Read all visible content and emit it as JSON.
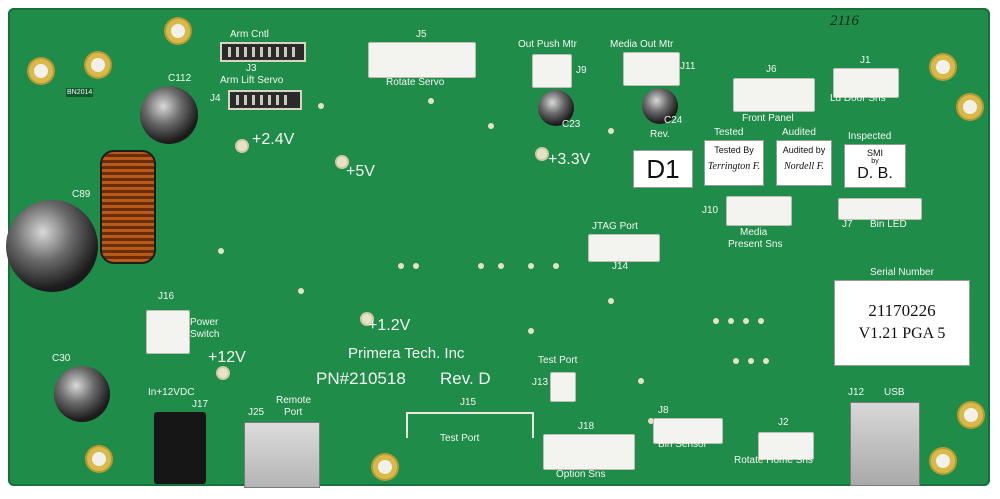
{
  "silkscreen": {
    "j3_label": "Arm Cntl",
    "j3_ref": "J3",
    "j4_label": "Arm Lift Servo",
    "j4_ref": "J4",
    "c112": "C112",
    "bn": "BN2014",
    "v24": "+2.4V",
    "j5_ref": "J5",
    "j5_label": "Rotate Servo",
    "v5": "+5V",
    "v33": "+3.3V",
    "outpush": "Out Push Mtr",
    "j9": "J9",
    "mediaout": "Media Out Mtr",
    "j11": "J11",
    "c23": "C23",
    "c24": "C24",
    "j6_ref": "J6",
    "j6_label": "Front Panel",
    "j1_ref": "J1",
    "j1_label": "Ld Door Sns",
    "rev": "Rev.",
    "tested": "Tested",
    "audited": "Audited",
    "inspected": "Inspected",
    "c89": "C89",
    "jtag": "JTAG Port",
    "j14": "J14",
    "j10": "J10",
    "media_present": "Media",
    "present_sns": "Present Sns",
    "j7": "J7",
    "bin_led": "Bin LED",
    "serial_title": "Serial Number",
    "j16": "J16",
    "power": "Power",
    "switch": "Switch",
    "v12a": "+1.2V",
    "v12b": "+12V",
    "c30": "C30",
    "company": "Primera Tech. Inc",
    "pn": "PN#210518",
    "revd": "Rev. D",
    "testport_a": "Test Port",
    "j13": "J13",
    "in12": "In+12VDC",
    "j17": "J17",
    "j25": "J25",
    "remote": "Remote",
    "port": "Port",
    "j15": "J15",
    "testport_b": "Test Port",
    "j18": "J18",
    "option": "Option Sns",
    "j8": "J8",
    "bin_sensor": "Bin Sensor",
    "j2": "J2",
    "rotate_home": "Rotate Home Sns",
    "j12": "J12",
    "usb": "USB"
  },
  "stickers": {
    "rev_value": "D1",
    "tested_by": "Tested By",
    "tested_sig": "Terrington F.",
    "audited_by": "Audited by",
    "audited_sig": "Nordell F.",
    "smi": "SMI",
    "smi_by": "by",
    "inspected_sig": "D. B.",
    "serial": "21170226",
    "version": "V1.21 PGA 5",
    "handwritten": "2116"
  },
  "colors": {
    "board": "#1f8c4a",
    "silkscreen": "#f4f7f2",
    "gold": "#d9b94a"
  }
}
